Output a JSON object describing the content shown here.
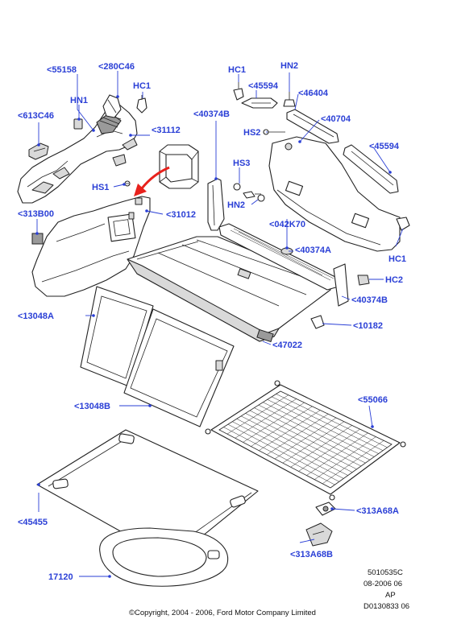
{
  "labels": {
    "p55158": "<55158",
    "p280C46": "<280C46",
    "pHC1_a": "HC1",
    "pHN1": "HN1",
    "p613C46": "<613C46",
    "p31112": "<31112",
    "pHS1": "HS1",
    "p313B00": "<313B00",
    "p31012": "<31012",
    "p13048A": "<13048A",
    "p13048B": "<13048B",
    "p45455": "<45455",
    "p17120": "17120",
    "pHC1_b": "HC1",
    "pHN2_a": "HN2",
    "p45594_a": "<45594",
    "p46404": "<46404",
    "p40374B_a": "<40374B",
    "pHS2": "HS2",
    "p40704": "<40704",
    "p45594_b": "<45594",
    "pHS3": "HS3",
    "pHN2_b": "HN2",
    "p042K70": "<042K70",
    "p40374A": "<40374A",
    "pHC1_c": "HC1",
    "pHC2": "HC2",
    "p40374B_b": "<40374B",
    "p10182": "<10182",
    "p47022": "<47022",
    "p55066": "<55066",
    "p313A68A": "<313A68A",
    "p313A68B": "<313A68B"
  },
  "meta": {
    "line1": "5010535C",
    "line2": "08-2006 06",
    "line3": "AP",
    "line4": "D0130833 06"
  },
  "copyright": "©Copyright, 2004 - 2006, Ford Motor Company Limited",
  "colors": {
    "label": "#2a3fd6",
    "arrow": "#e8211c"
  }
}
